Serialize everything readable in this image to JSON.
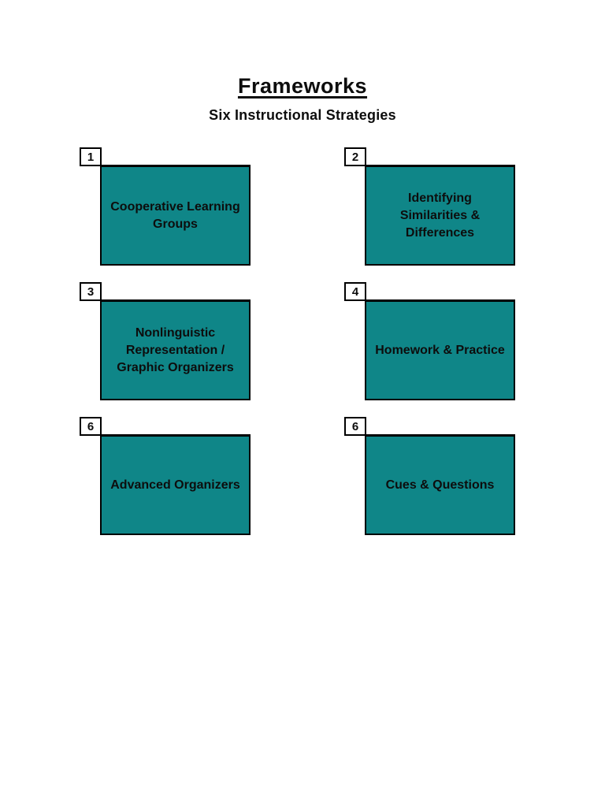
{
  "page": {
    "title": "Frameworks",
    "subtitle": "Six Instructional Strategies"
  },
  "colors": {
    "box_fill": "#0f8688",
    "box_border": "#000000",
    "badge_fill": "#ffffff",
    "text": "#0d0d0d",
    "page_background": "#ffffff"
  },
  "strategies": [
    {
      "number": "1",
      "text": "Cooperative Learning\nGroups"
    },
    {
      "number": "2",
      "text": "Identifying\nSimilarities &\nDifferences"
    },
    {
      "number": "3",
      "text": "Nonlinguistic\nRepresentation /\nGraphic Organizers"
    },
    {
      "number": "4",
      "text": "Homework & Practice"
    },
    {
      "number": "6",
      "text": "Advanced Organizers"
    },
    {
      "number": "6",
      "text": "Cues & Questions"
    }
  ]
}
